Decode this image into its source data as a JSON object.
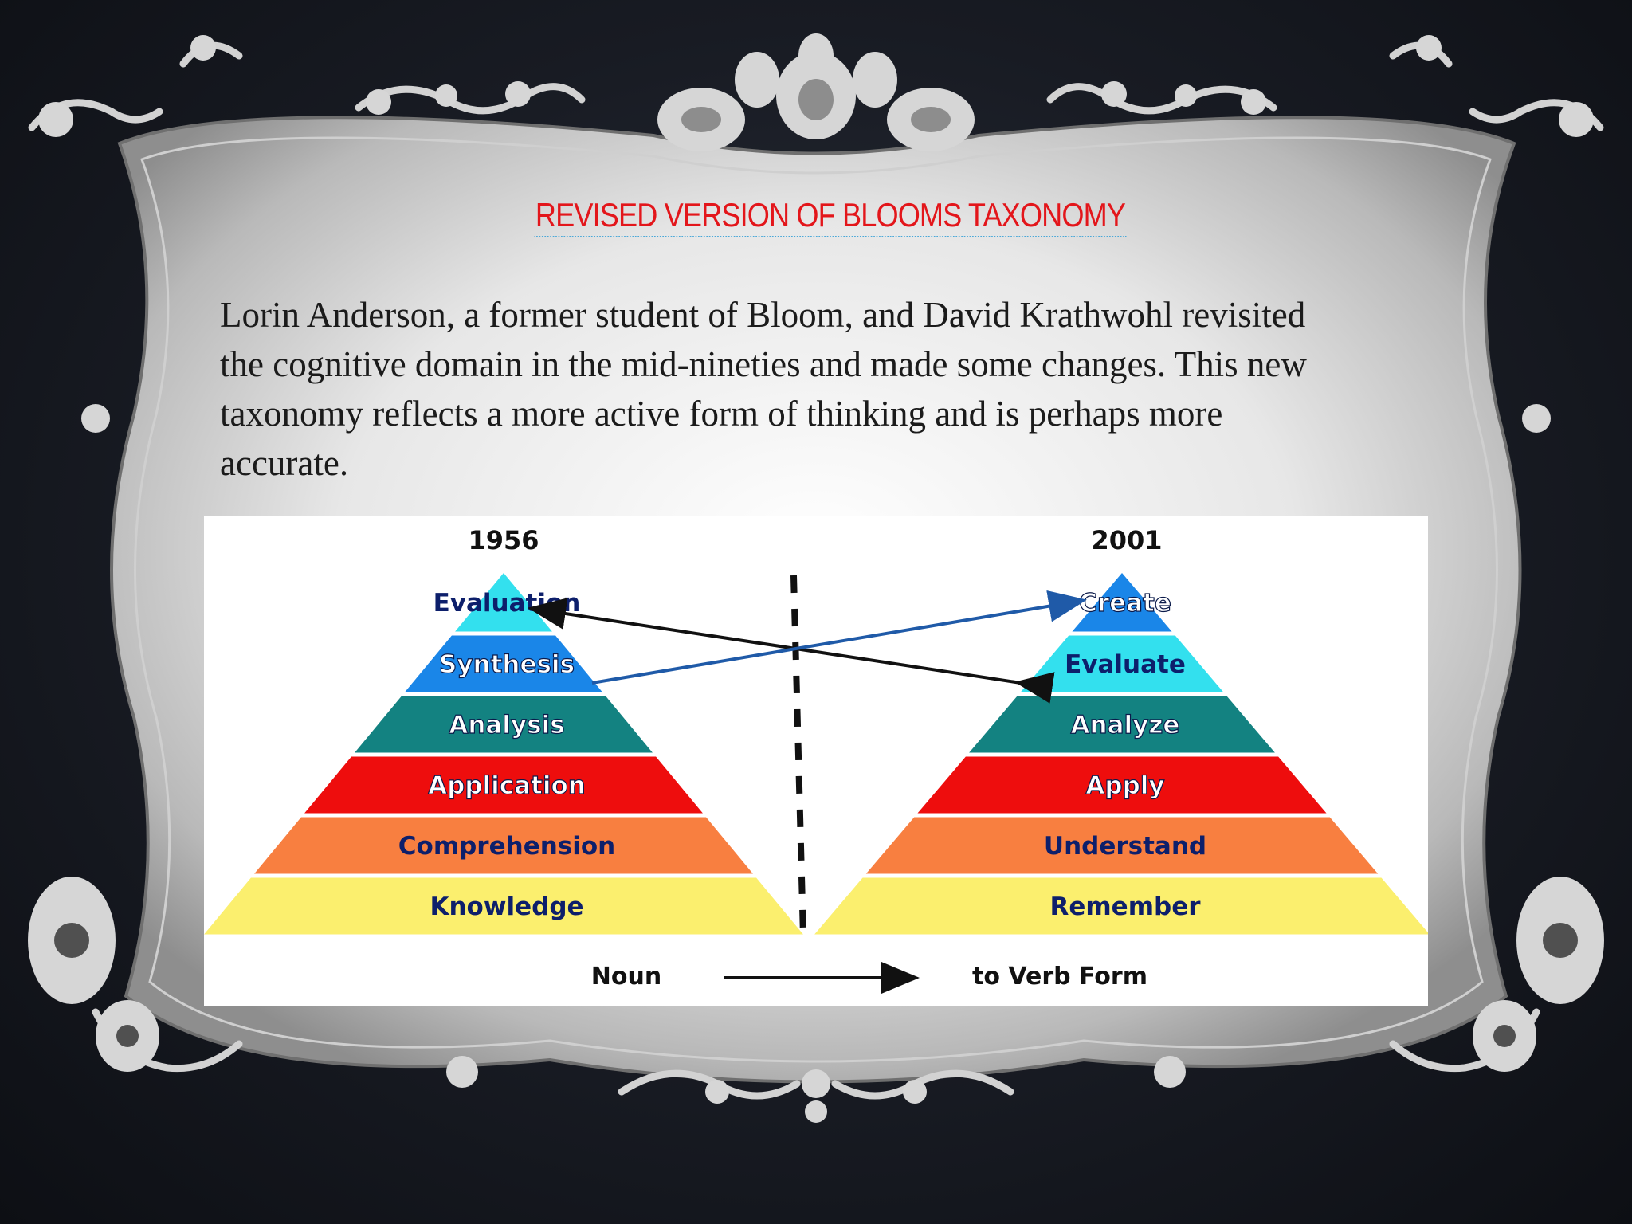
{
  "slide": {
    "title": "REVISED VERSION OF BLOOMS TAXONOMY",
    "intro_lines": [
      "Lorin Anderson, a former student of Bloom, and David Krathwohl revisited",
      "the cognitive domain in the mid-nineties and made some changes. This new",
      "taxonomy reflects a more active form of thinking and is perhaps more",
      "accurate."
    ]
  },
  "diagram": {
    "left_year": "1956",
    "right_year": "2001",
    "left_levels": [
      {
        "label": "Evaluation",
        "color": "#33e0ee",
        "text_color": "#0d1f6b"
      },
      {
        "label": "Synthesis",
        "color": "#1a86e8",
        "text_color": "#ffffff"
      },
      {
        "label": "Analysis",
        "color": "#138281",
        "text_color": "#ffffff"
      },
      {
        "label": "Application",
        "color": "#ee0d0d",
        "text_color": "#ffffff"
      },
      {
        "label": "Comprehension",
        "color": "#f87f40",
        "text_color": "#0d1f6b"
      },
      {
        "label": "Knowledge",
        "color": "#fbef6e",
        "text_color": "#0d1f6b"
      }
    ],
    "right_levels": [
      {
        "label": "Create",
        "color": "#1a86e8",
        "text_color": "#ffffff"
      },
      {
        "label": "Evaluate",
        "color": "#33e0ee",
        "text_color": "#0d1f6b"
      },
      {
        "label": "Analyze",
        "color": "#138281",
        "text_color": "#ffffff"
      },
      {
        "label": "Apply",
        "color": "#ee0d0d",
        "text_color": "#ffffff"
      },
      {
        "label": "Understand",
        "color": "#f87f40",
        "text_color": "#0d1f6b"
      },
      {
        "label": "Remember",
        "color": "#fbef6e",
        "text_color": "#0d1f6b"
      }
    ],
    "footer_left": "Noun",
    "footer_right": "to Verb Form"
  }
}
